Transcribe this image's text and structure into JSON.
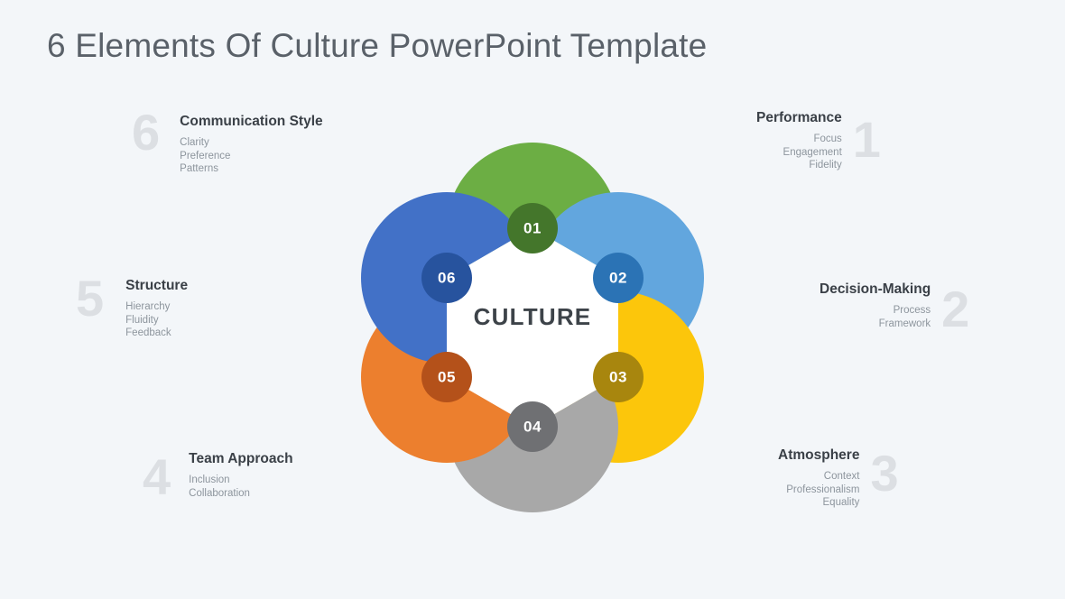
{
  "slide": {
    "title": "6 Elements Of Culture PowerPoint Template",
    "background_color": "#f3f6f9"
  },
  "center": {
    "label": "CULTURE",
    "fill": "#ffffff",
    "text_color": "#3d4349"
  },
  "elements": [
    {
      "number": "1",
      "badge": "01",
      "title": "Performance",
      "items": [
        "Focus",
        "Engagement",
        "Fidelity"
      ],
      "items_text": "Focus\nEngagement\nFidelity",
      "petal_color": "#6cae44",
      "badge_color": "#44762b",
      "side": "right",
      "position": "top-right"
    },
    {
      "number": "2",
      "badge": "02",
      "title": "Decision-Making",
      "items": [
        "Process",
        "Framework"
      ],
      "items_text": "Process\nFramework",
      "petal_color": "#62a6de",
      "badge_color": "#2b73b5",
      "side": "right",
      "position": "right"
    },
    {
      "number": "3",
      "badge": "03",
      "title": "Atmosphere",
      "items": [
        "Context",
        "Professionalism",
        "Equality"
      ],
      "items_text": "Context\nProfessionalism\nEquality",
      "petal_color": "#fcc60b",
      "badge_color": "#a8860e",
      "side": "right",
      "position": "bottom-right"
    },
    {
      "number": "4",
      "badge": "04",
      "title": "Team Approach",
      "items": [
        "Inclusion",
        "Collaboration"
      ],
      "items_text": "Inclusion\nCollaboration",
      "petal_color": "#a8a8a8",
      "badge_color": "#6f7073",
      "side": "left",
      "position": "bottom"
    },
    {
      "number": "5",
      "badge": "05",
      "title": "Structure",
      "items": [
        "Hierarchy",
        "Fluidity",
        "Feedback"
      ],
      "items_text": "Hierarchy\nFluidity\nFeedback",
      "petal_color": "#ec7f2e",
      "badge_color": "#b4511a",
      "side": "left",
      "position": "bottom-left"
    },
    {
      "number": "6",
      "badge": "06",
      "title": "Communication Style",
      "items": [
        "Clarity",
        "Preference",
        "Patterns"
      ],
      "items_text": "Clarity\nPreference\nPatterns",
      "petal_color": "#4271c7",
      "badge_color": "#27539e",
      "side": "left",
      "position": "top-left"
    }
  ]
}
